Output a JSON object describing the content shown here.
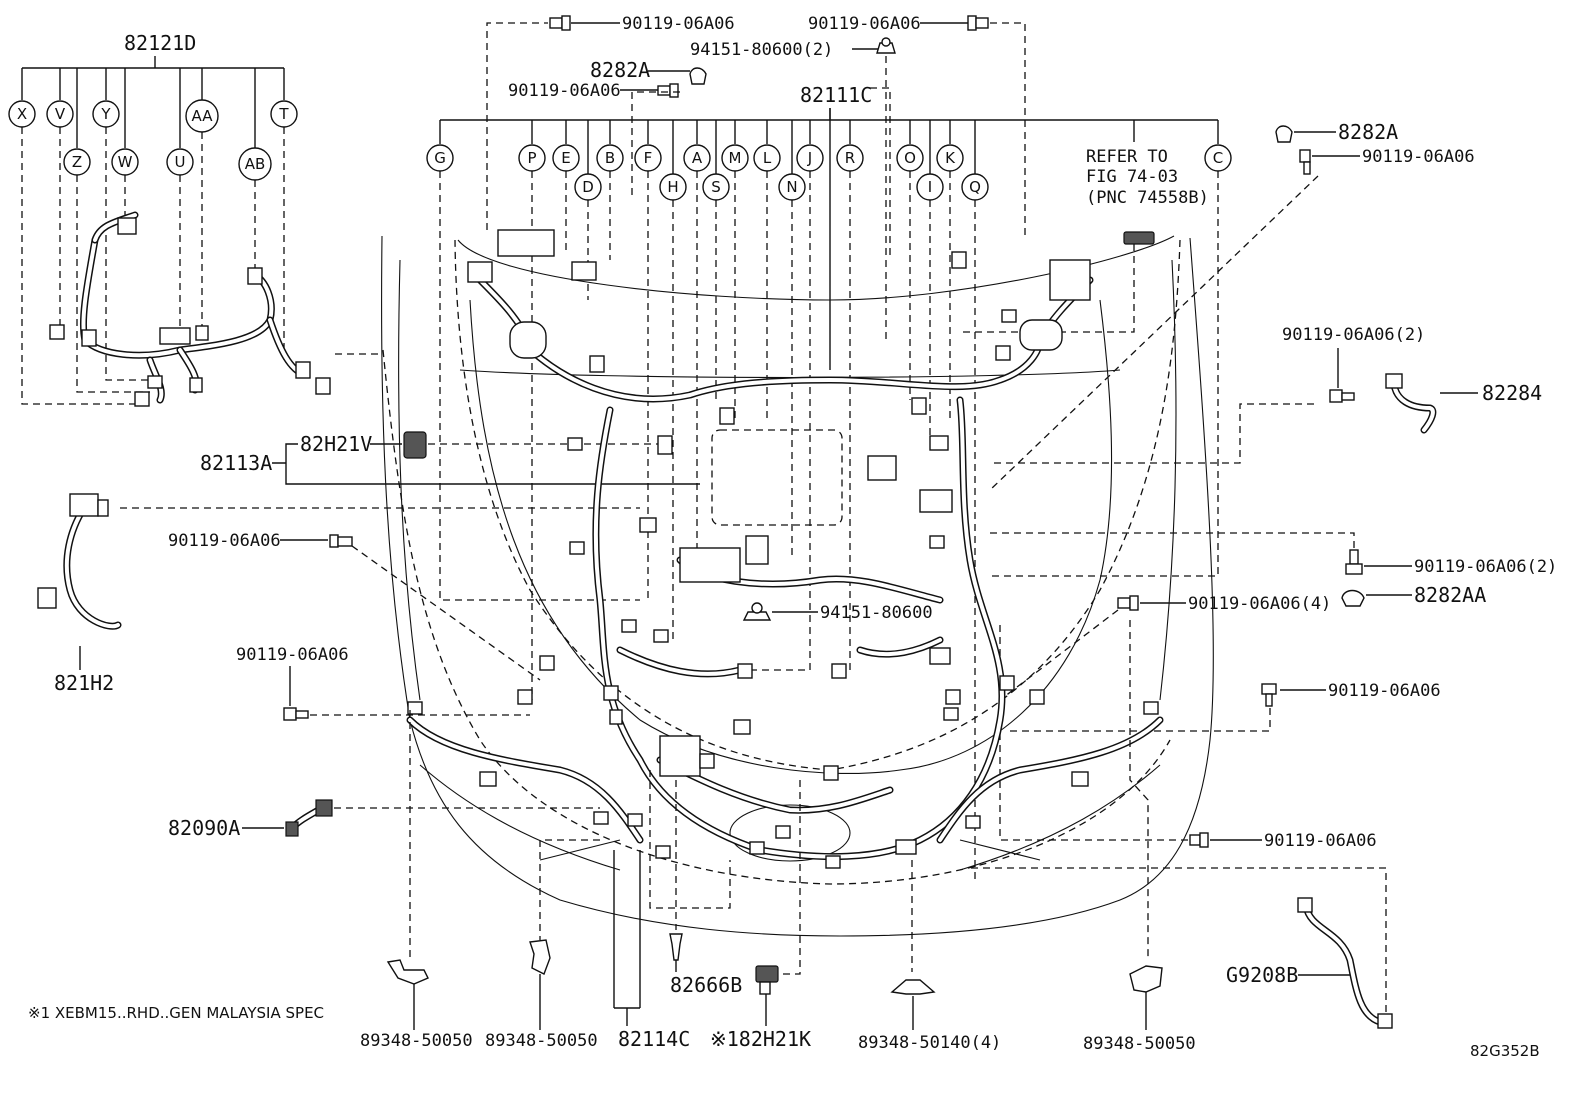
{
  "callouts": {
    "c82121D": "82121D",
    "c8282A_top": "8282A",
    "c90119_a": "90119-06A06",
    "c90119_b": "90119-06A06",
    "c90119_c": "90119-06A06",
    "c94151_2": "94151-80600(2)",
    "c82111C": "82111C",
    "c8282A_right": "8282A",
    "c90119_right": "90119-06A06",
    "refer_line1": "REFER TO",
    "refer_line2": "FIG 74-03",
    "refer_line3": "(PNC 74558B)",
    "c90119_2_a": "90119-06A06(2)",
    "c82284": "82284",
    "c82113A": "82113A",
    "c82H21V": "82H21V",
    "c90119_left1": "90119-06A06",
    "c90119_2_b": "90119-06A06(2)",
    "c8282AA": "8282AA",
    "c94151": "94151-80600",
    "c90119_4": "90119-06A06(4)",
    "c821H2": "821H2",
    "c90119_left2": "90119-06A06",
    "c90119_right2": "90119-06A06",
    "c82090A": "82090A",
    "c90119_right3": "90119-06A06",
    "c82666B": "82666B",
    "c82114C": "82114C",
    "c82H21K": "※182H21K",
    "cG9208B": "G9208B",
    "c89348_1": "89348-50050",
    "c89348_2": "89348-50050",
    "c89348_3": "89348-50140(4)",
    "c89348_4": "89348-50050",
    "note": "※1 XEBM15..RHD..GEN MALAYSIA SPEC",
    "fig_id": "82G352B"
  },
  "circle_labels": {
    "left_top": [
      "X",
      "V",
      "Y",
      "AA",
      "T"
    ],
    "left_bottom": [
      "Z",
      "W",
      "U",
      "AB"
    ],
    "main_top": [
      "G",
      "P",
      "E",
      "B",
      "F",
      "A",
      "M",
      "L",
      "J",
      "R",
      "O",
      "K",
      "C"
    ],
    "main_bottom": [
      "D",
      "H",
      "S",
      "N",
      "I",
      "Q"
    ]
  }
}
